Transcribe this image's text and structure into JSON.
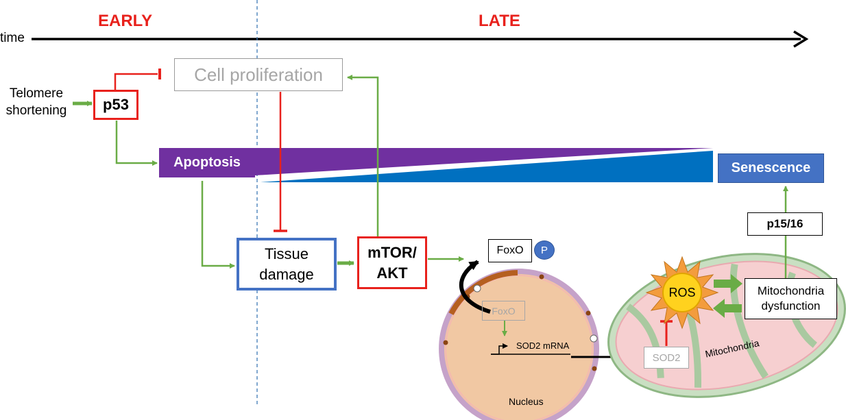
{
  "phases": {
    "early": "EARLY",
    "late": "LATE"
  },
  "time_label": "time",
  "nodes": {
    "telomere": "Telomere shortening",
    "p53": "p53",
    "cell_proliferation": "Cell proliferation",
    "apoptosis": "Apoptosis",
    "senescence": "Senescence",
    "tissue_damage": "Tissue damage",
    "mtor_akt": "mTOR/ AKT",
    "foxo_p": "FoxO",
    "p_badge": "P",
    "foxo_nucleus": "FoxO",
    "sod2_mrna": "SOD2 mRNA",
    "nucleus": "Nucleus",
    "sod2": "SOD2",
    "ros": "ROS",
    "mito_dysfunction": "Mitochondria dysfunction",
    "mitochondria": "Mitochondria",
    "p15_16": "p15/16"
  },
  "colors": {
    "activate": "#6aac46",
    "inhibit": "#e8211c",
    "apoptosis": "#7030a0",
    "senescence": "#0070c0",
    "senescence_box": "#4472c4",
    "tissue_border": "#4472c4",
    "phase_text": "#e8211c"
  }
}
